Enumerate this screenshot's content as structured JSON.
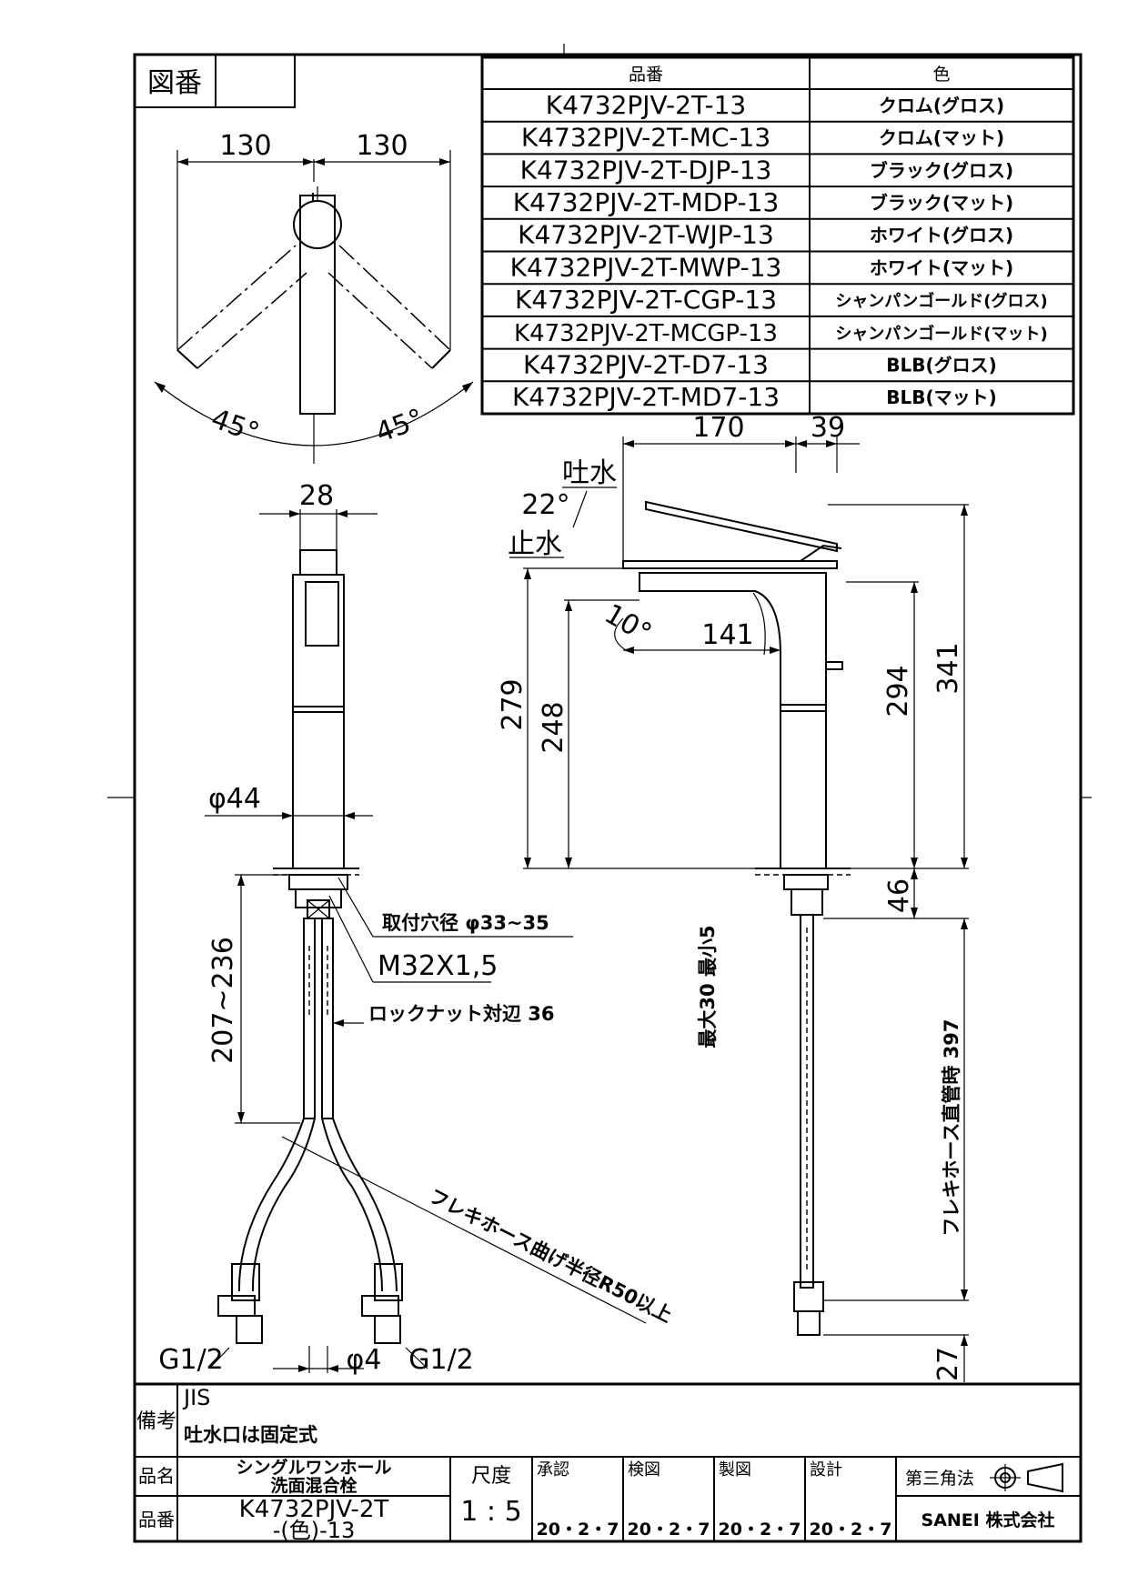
{
  "title_block": {
    "zuban_label": "図番",
    "zuban_value": "",
    "remarks_label": "備考",
    "remarks_line1": "JIS",
    "remarks_line2": "吐水口は固定式",
    "hinmei_label": "品名",
    "hinmei_line1": "シングルワンホール",
    "hinmei_line2": "洗面混合栓",
    "hinban_label": "品番",
    "hinban_line1": "K4732PJV-2T",
    "hinban_line2": "-(色)-13",
    "scale_label": "尺度",
    "scale_value": "1 : 5",
    "approve_label": "承認",
    "check_label": "検図",
    "drawn_label": "製図",
    "design_label": "設計",
    "approve_date": "20・2・7",
    "check_date": "20・2・7",
    "drawn_date": "20・2・7",
    "design_date": "20・2・7",
    "projection": "第三角法",
    "company": "SANEI 株式会社"
  },
  "parts_table": {
    "header_part": "品番",
    "header_color": "色",
    "rows": [
      {
        "part": "K4732PJV-2T-13",
        "color": "クロム(グロス)"
      },
      {
        "part": "K4732PJV-2T-MC-13",
        "color": "クロム(マット)"
      },
      {
        "part": "K4732PJV-2T-DJP-13",
        "color": "ブラック(グロス)"
      },
      {
        "part": "K4732PJV-2T-MDP-13",
        "color": "ブラック(マット)"
      },
      {
        "part": "K4732PJV-2T-WJP-13",
        "color": "ホワイト(グロス)"
      },
      {
        "part": "K4732PJV-2T-MWP-13",
        "color": "ホワイト(マット)"
      },
      {
        "part": "K4732PJV-2T-CGP-13",
        "color": "シャンパンゴールド(グロス)"
      },
      {
        "part": "K4732PJV-2T-MCGP-13",
        "color": "シャンパンゴールド(マット)"
      },
      {
        "part": "K4732PJV-2T-D7-13",
        "color": "BLB(グロス)"
      },
      {
        "part": "K4732PJV-2T-MD7-13",
        "color": "BLB(マット)"
      }
    ]
  },
  "top_view": {
    "dim_left": "130",
    "dim_right": "130",
    "angle_left": "45°",
    "angle_right": "45°"
  },
  "front_view": {
    "dim_width": "28",
    "dim_diameter": "φ44",
    "dim_below": "207~236",
    "mount_hole": "取付穴径 φ33~35",
    "thread": "M32X1,5",
    "locknut": "ロックナット対辺 36",
    "hose_bend": "フレキホース曲げ半径R50以上",
    "g_left": "G1/2",
    "g_right": "G1/2",
    "hose_dia": "φ4"
  },
  "side_view": {
    "dim_170": "170",
    "dim_39": "39",
    "label_spout": "吐水",
    "label_stop": "止水",
    "angle_lever": "22°",
    "angle_spout": "10°",
    "dim_141": "141",
    "dim_279": "279",
    "dim_248": "248",
    "dim_294": "294",
    "dim_341": "341",
    "dim_46": "46",
    "dim_max_min": "最大30 最小5",
    "hose_length": "フレキホース直管時 397",
    "dim_27": "27"
  }
}
